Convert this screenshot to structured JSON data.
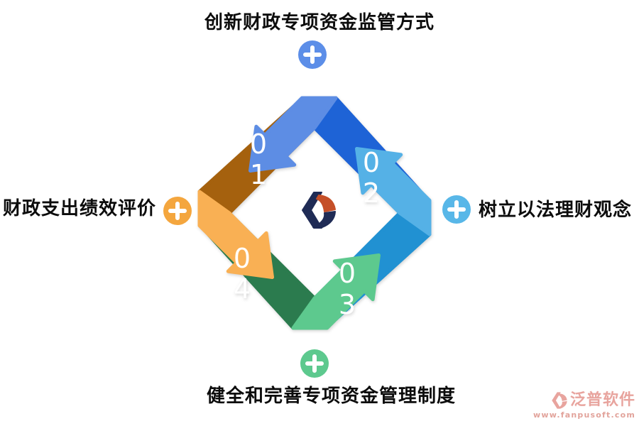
{
  "labels": {
    "top": "创新财政专项资金监管方式",
    "right": "树立以法理财观念",
    "bottom": "健全和完善专项资金管理制度",
    "left": "财政支出绩效评价"
  },
  "icons": {
    "top_plus_color": "#5c8ee8",
    "right_plus_color": "#58b7e8",
    "bottom_plus_color": "#5dc98e",
    "left_plus_color": "#f4a63e",
    "plus_glyph_color": "#ffffff"
  },
  "ring": {
    "number_color": "#ffffff",
    "arrows": [
      {
        "name": "step-01",
        "number": "01",
        "digits": [
          "0",
          "1"
        ],
        "colors": {
          "tail": "#1e63d6",
          "head": "#5d8de4"
        }
      },
      {
        "name": "step-02",
        "number": "02",
        "digits": [
          "0",
          "2"
        ],
        "colors": {
          "tail": "#2191d2",
          "head": "#55b1e6"
        }
      },
      {
        "name": "step-03",
        "number": "03",
        "digits": [
          "0",
          "3"
        ],
        "colors": {
          "tail": "#2b7b4e",
          "head": "#5dc98e"
        }
      },
      {
        "name": "step-04",
        "number": "04",
        "digits": [
          "0",
          "4"
        ],
        "colors": {
          "tail": "#a5610e",
          "head": "#f9b054"
        }
      }
    ]
  },
  "center_logo": {
    "navy": "#1f2b55",
    "orange": "#c54f28"
  },
  "watermark": {
    "brand": "泛普软件",
    "url": "www.fanpusoft.com",
    "color": "#e8a49e",
    "url_color": "#e2a39b"
  }
}
